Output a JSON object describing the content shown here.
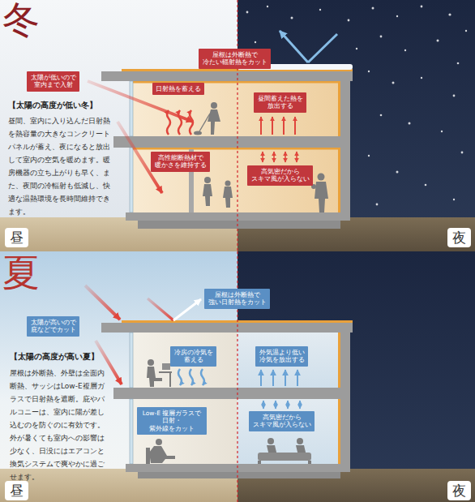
{
  "diagram": {
    "nodes": [
      {
        "text": [
          "屋根は外断熱で 冷たい輻射熱をカット"
        ]
      },
      {
        "text": [
          "太陽が低いので 室内まで入射"
        ]
      },
      {
        "text": [
          "日射熱を蓄える"
        ]
      },
      {
        "text": [
          "昼間蓄えた熱を 放出する"
        ]
      },
      {
        "text": [
          "高性能断熱材で 暖かさを維持する"
        ]
      },
      {
        "text": [
          "高気密だから スキマ風が入らない"
        ]
      },
      {
        "text": [
          "昼"
        ]
      },
      {
        "text": [
          "夜"
        ]
      },
      {
        "text": [
          "屋根は外断熱で 強い日射熱をカット"
        ]
      },
      {
        "text": [
          "太陽が高いので 庇などでカット"
        ]
      },
      {
        "text": [
          "冷房の冷気を 蓄える"
        ]
      },
      {
        "text": [
          "外気温より低い 冷気を放出する"
        ]
      },
      {
        "text": [
          "Low-E 複層ガラスで 日射・紫外線をカット"
        ]
      },
      {
        "text": [
          "高気密だから スキマ風が入らない"
        ]
      },
      {
        "text": [
          "昼"
        ]
      },
      {
        "text": [
          "夜"
        ]
      }
    ],
    "labels": [
      "冬",
      "【太陽の高度が低い冬】",
      "昼間、室内に入り込んだ日射熱を熱容量の大きなコンクリートパネルが蓄え、夜になると放出して室内の空気を暖めます。暖房機器の立ち上がりも早く、また、夜間の冷輻射も低減し、快適な温熱環境を長時間維持できます。",
      "夏",
      "【太陽の高度が高い夏】",
      "屋根は外断熱、外壁は全面内断熱、サッシはLow-E複層ガラスで日射熱を遮断。庇やバルコニーは、室内に陽が差し込むのを防ぐのに有効です。外が暑くても室内への影響は少なく、日没にはエアコンと換気システムで爽やかに過ごせます。"
    ]
  }
}
